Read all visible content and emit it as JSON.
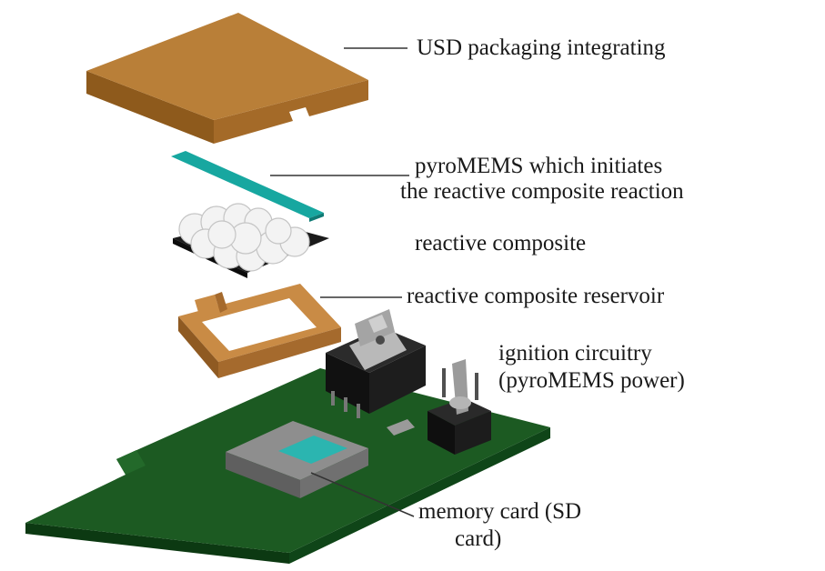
{
  "labels": {
    "usd_packaging": "USD packaging integrating",
    "pyromems_line1": "pyroMEMS which initiates",
    "pyromems_line2": "the reactive composite reaction",
    "reactive_composite": "reactive composite",
    "reservoir": "reactive composite reservoir",
    "ignition_line1": "ignition circuitry",
    "ignition_line2": "(pyroMEMS power)",
    "memory_line1": "memory card (SD",
    "memory_line2": "card)"
  },
  "colors": {
    "packaging": "#b07a32",
    "pyromems_strip": "#17a7a0",
    "reservoir_frame": "#c98b45",
    "pcb": "#1c5a22",
    "sd_card_contact": "#2bb5b0",
    "leader_line": "#333333"
  }
}
